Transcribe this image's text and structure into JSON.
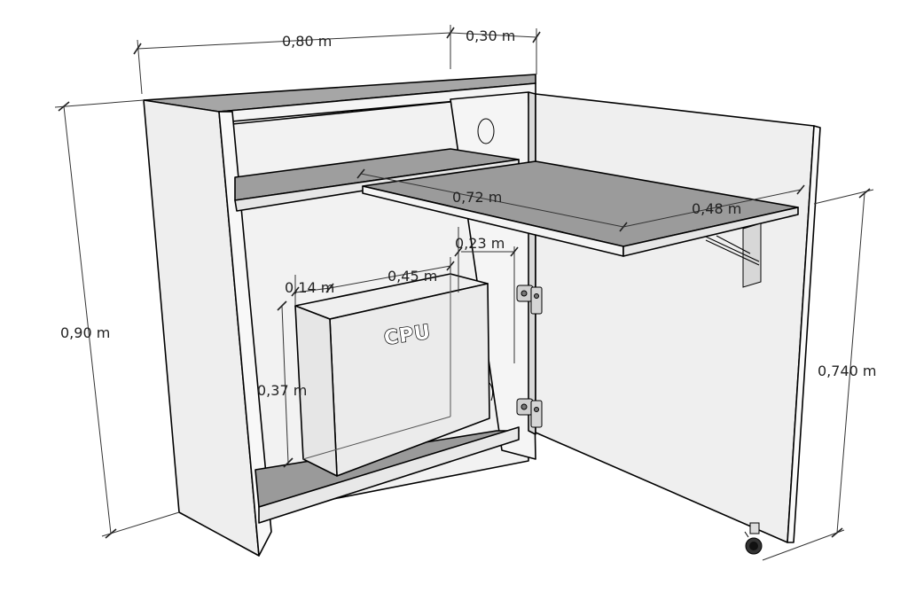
{
  "diagram": {
    "object_label": "CPU",
    "dimensions": [
      {
        "id": "width_main",
        "text": "0,80 m"
      },
      {
        "id": "width_door",
        "text": "0,30 m"
      },
      {
        "id": "height_total",
        "text": "0,90 m"
      },
      {
        "id": "height_door",
        "text": "0,740 m"
      },
      {
        "id": "desk_width",
        "text": "0,72 m"
      },
      {
        "id": "desk_depth",
        "text": "0,48 m"
      },
      {
        "id": "gap_under_desk",
        "text": "0,23 m"
      },
      {
        "id": "cpu_width",
        "text": "0,14 m"
      },
      {
        "id": "cpu_depth",
        "text": "0,45 m"
      },
      {
        "id": "cpu_height",
        "text": "0,37 m"
      }
    ]
  },
  "colors": {
    "panel_light": "#ececec",
    "panel_white": "#f7f7f7",
    "shelf_gray": "#9c9c9c",
    "shelf_front": "#e3e3e3",
    "interior": "#f3f3f3",
    "cpu_glass": "#e9e9e9",
    "line": "#000000"
  }
}
